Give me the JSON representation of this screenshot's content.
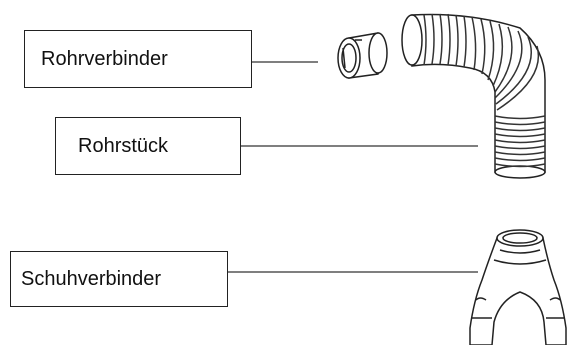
{
  "labels": {
    "rohrverbinder": "Rohrverbinder",
    "rohrstueck": "Rohrstück",
    "schuhverbinder": "Schuhverbinder"
  },
  "colors": {
    "line": "#555555",
    "part_stroke": "#222222",
    "hose_rib": "#333333"
  }
}
